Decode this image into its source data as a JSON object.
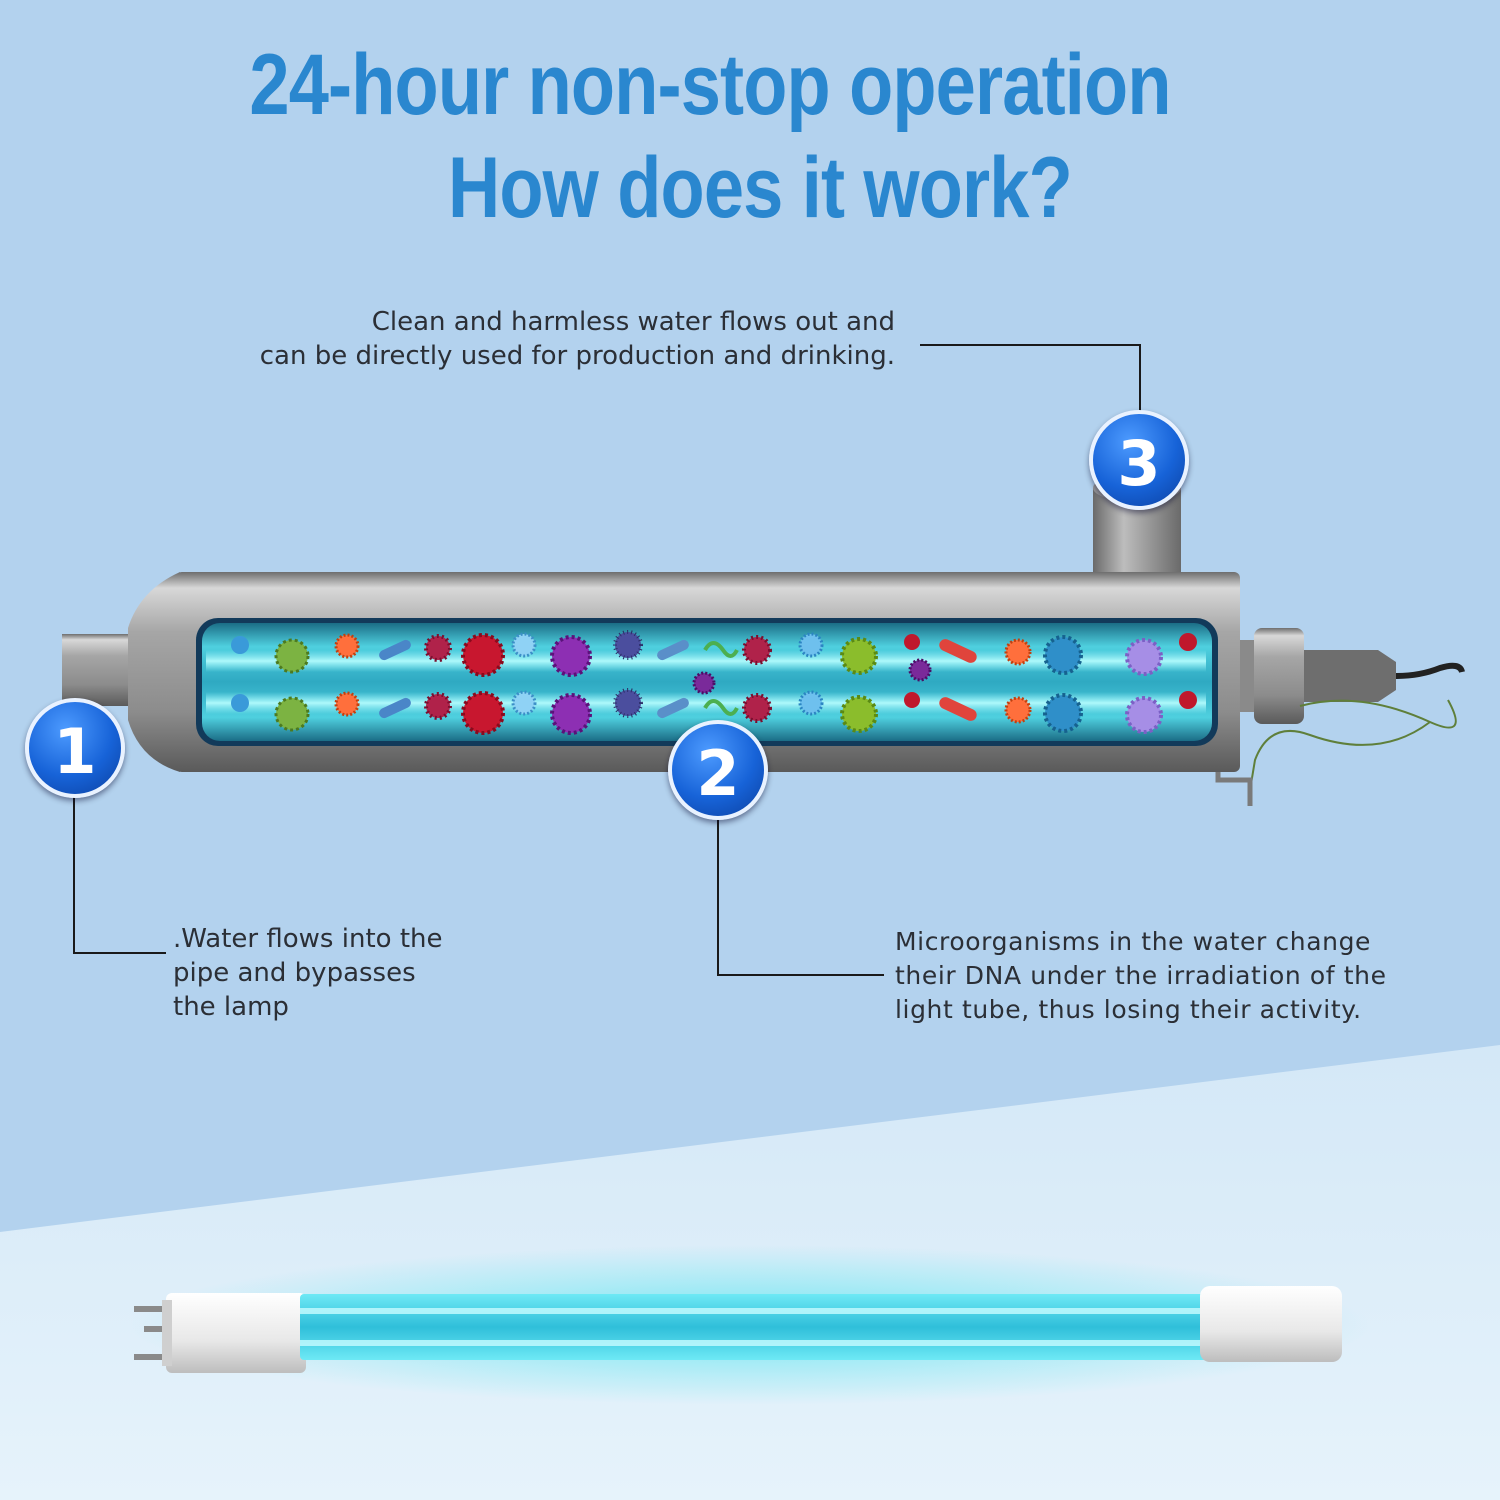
{
  "heading": {
    "line1": "24-hour non-stop operation",
    "line2": "How does it work?"
  },
  "steps": [
    {
      "number": "1",
      "lines": [
        ".Water flows into the",
        "pipe and bypasses",
        "the lamp"
      ]
    },
    {
      "number": "2",
      "lines": [
        "Microorganisms in the water change",
        "their DNA under the irradiation of the",
        "light tube, thus losing their activity."
      ]
    },
    {
      "number": "3",
      "lines": [
        "Clean and harmless water flows out and",
        "can be directly used for production and drinking."
      ]
    }
  ],
  "colors": {
    "background": "#b3d2ee",
    "title": "#2a87cf",
    "badge": "#1763d8",
    "uv_light": "#5fe6f0",
    "steel": "#8c8c8c"
  }
}
